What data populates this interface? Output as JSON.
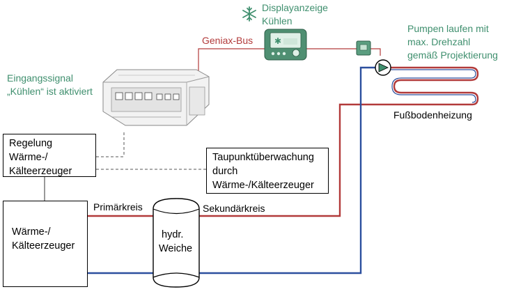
{
  "labels": {
    "display_line1": "Displayanzeige",
    "display_line2": "Kühlen",
    "pumps_line1": "Pumpen laufen mit",
    "pumps_line2": "max. Drehzahl",
    "pumps_line3": "gemäß Projektierung",
    "input_line1": "Eingangssignal",
    "input_line2": "„Kühlen“ ist aktiviert",
    "bus": "Geniax-Bus",
    "floor_heating": "Fußbodenheizung",
    "primary": "Primärkreis",
    "secondary": "Sekundärkreis"
  },
  "boxes": {
    "control_line1": "Regelung",
    "control_line2": "Wärme-/",
    "control_line3": "Kälteerzeuger",
    "dewpoint_line1": "Taupunktüberwachung",
    "dewpoint_line2": "durch",
    "dewpoint_line3": "Wärme-/Kälteerzeuger",
    "generator_line1": "Wärme-/",
    "generator_line2": "Kälteerzeuger",
    "weiche_line1": "hydr.",
    "weiche_line2": "Weiche"
  },
  "colors": {
    "green": "#3f8f6e",
    "hot": "#b23a3a",
    "cold": "#2c4f9e"
  }
}
